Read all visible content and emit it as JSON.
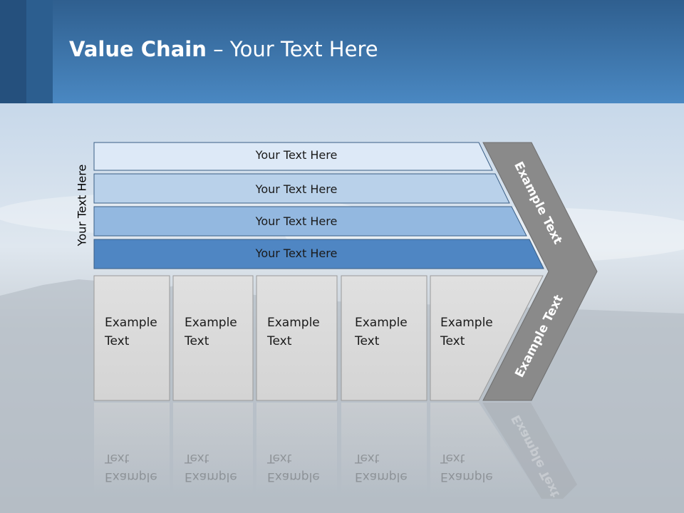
{
  "title": {
    "bold": "Value Chain",
    "rest": " – Your Text Here"
  },
  "side_label": "Your Text Here",
  "bands": [
    {
      "label": "Your Text Here",
      "color": "#dde9f7"
    },
    {
      "label": "Your Text Here",
      "color": "#b9d1ea"
    },
    {
      "label": "Your Text Here",
      "color": "#93b8e0"
    },
    {
      "label": "Your Text Here",
      "color": "#4f86c3"
    }
  ],
  "cells": [
    {
      "line1": "Example",
      "line2": "Text"
    },
    {
      "line1": "Example",
      "line2": "Text"
    },
    {
      "line1": "Example",
      "line2": "Text"
    },
    {
      "line1": "Example",
      "line2": "Text"
    },
    {
      "line1": "Example",
      "line2": "Text"
    }
  ],
  "arrow": {
    "upper_label": "Example Text",
    "lower_label": "Example Text",
    "color": "#8a8a8a"
  },
  "colors": {
    "header_top": "#2f5f8f",
    "header_bottom": "#4a88c2",
    "cell_fill": "#d9d9d9"
  }
}
